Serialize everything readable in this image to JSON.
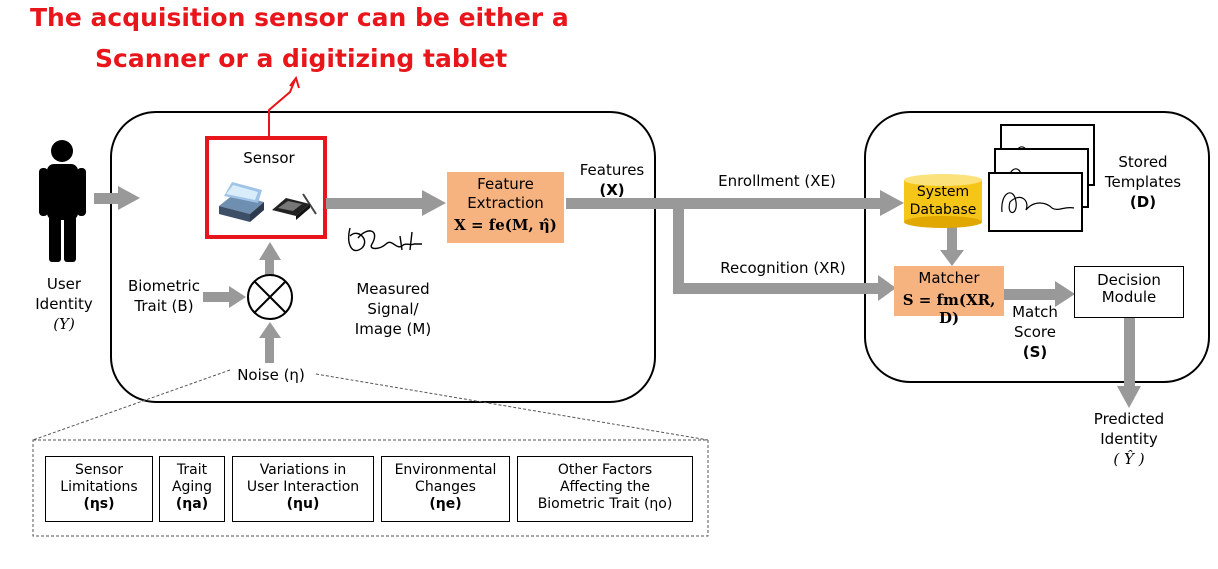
{
  "callout": {
    "line1": "The acquisition sensor can be either a",
    "line2": "Scanner or a digitizing tablet"
  },
  "user": {
    "line1": "User",
    "line2": "Identity",
    "symbol": "(Y)"
  },
  "sensor": {
    "label": "Sensor"
  },
  "biometric_trait": {
    "line1": "Biometric",
    "line2": "Trait (B)"
  },
  "noise": {
    "label": "Noise (η)"
  },
  "measured": {
    "line1": "Measured",
    "line2": "Signal/",
    "line3": "Image (M)"
  },
  "feature_extraction": {
    "line1": "Feature",
    "line2": "Extraction",
    "formula": "X = fe(M, η̂)"
  },
  "features": {
    "line1": "Features",
    "line2": "(X)"
  },
  "enrollment": {
    "label": "Enrollment (XE)"
  },
  "recognition": {
    "label": "Recognition (XR)"
  },
  "system_database": {
    "line1": "System",
    "line2": "Database"
  },
  "stored_templates": {
    "line1": "Stored",
    "line2": "Templates",
    "line3": "(D)"
  },
  "matcher": {
    "line1": "Matcher",
    "formula": "S = fm(XR, D)"
  },
  "match_score": {
    "line1": "Match",
    "line2": "Score",
    "line3": "(S)"
  },
  "decision": {
    "line1": "Decision",
    "line2": "Module"
  },
  "predicted": {
    "line1": "Predicted",
    "line2": "Identity",
    "line3": "( Ŷ )"
  },
  "noise_factors": [
    {
      "line1": "Sensor",
      "line2": "Limitations",
      "sym": "(ηs)"
    },
    {
      "line1": "Trait",
      "line2": "Aging",
      "sym": "(ηa)"
    },
    {
      "line1": "Variations in",
      "line2": "User Interaction",
      "sym": "(ηu)"
    },
    {
      "line1": "Environmental",
      "line2": "Changes",
      "sym": "(ηe)"
    },
    {
      "line1": "Other Factors",
      "line2": "Affecting the",
      "sym": "Biometric Trait (ηo)"
    }
  ],
  "signature_text": "PSmith",
  "colors": {
    "callout": "#e8151b",
    "arrow": "#999999",
    "orange": "#f6b27f",
    "db_gold": "#f5c518"
  }
}
